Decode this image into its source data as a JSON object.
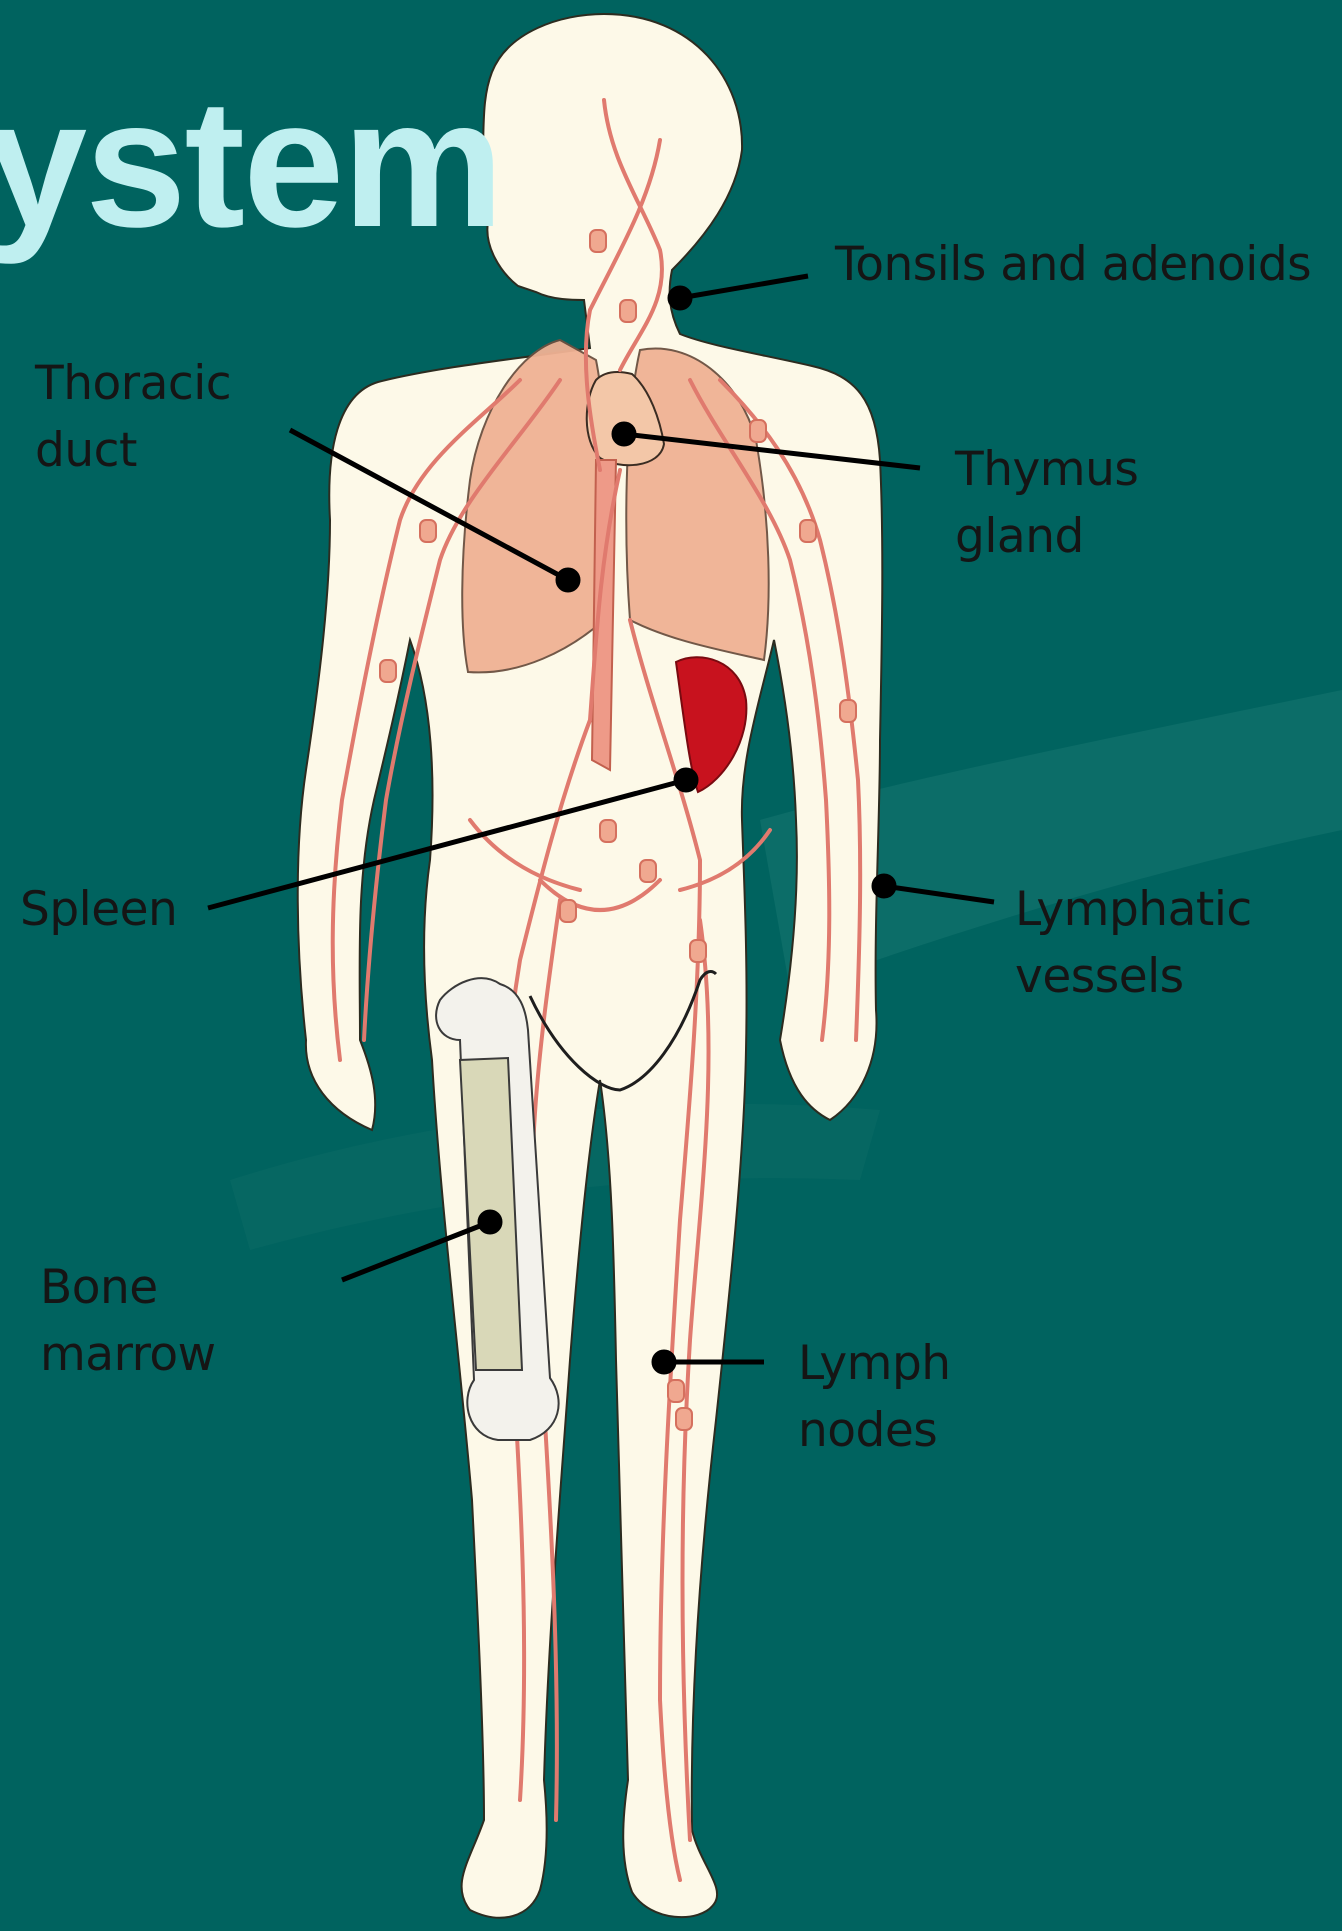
{
  "title": "ystem",
  "colors": {
    "background": "#00635f",
    "title": "#bfeff0",
    "body": "#fdf9e8",
    "vessel": "#e07a6e",
    "lung": "#f0b294",
    "spleen": "#c8121e",
    "leader": "#000000"
  },
  "labels": {
    "tonsils": "Tonsils and adenoids",
    "thoracic": {
      "line1": "Thoracic",
      "line2": "duct"
    },
    "thymus": {
      "line1": "Thymus",
      "line2": "gland"
    },
    "spleen": "Spleen",
    "lymphatic": {
      "line1": "Lymphatic",
      "line2": "vessels"
    },
    "bone": {
      "line1": "Bone",
      "line2": "marrow"
    },
    "nodes": {
      "line1": "Lymph",
      "line2": "nodes"
    }
  }
}
